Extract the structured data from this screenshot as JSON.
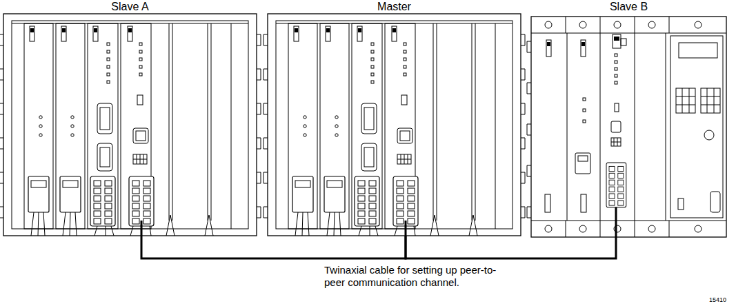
{
  "diagram": {
    "nodes": [
      {
        "text": [
          "Slave A"
        ]
      },
      {
        "text": [
          "Master"
        ]
      },
      {
        "text": [
          "Slave B"
        ]
      }
    ],
    "edges": [
      {
        "from": 0,
        "to": 1,
        "arrow": "none"
      },
      {
        "from": 1,
        "to": 2,
        "arrow": "none"
      }
    ],
    "labels": [
      "Twinaxial cable for setting up peer-to-peer communication channel.",
      "15410"
    ]
  }
}
